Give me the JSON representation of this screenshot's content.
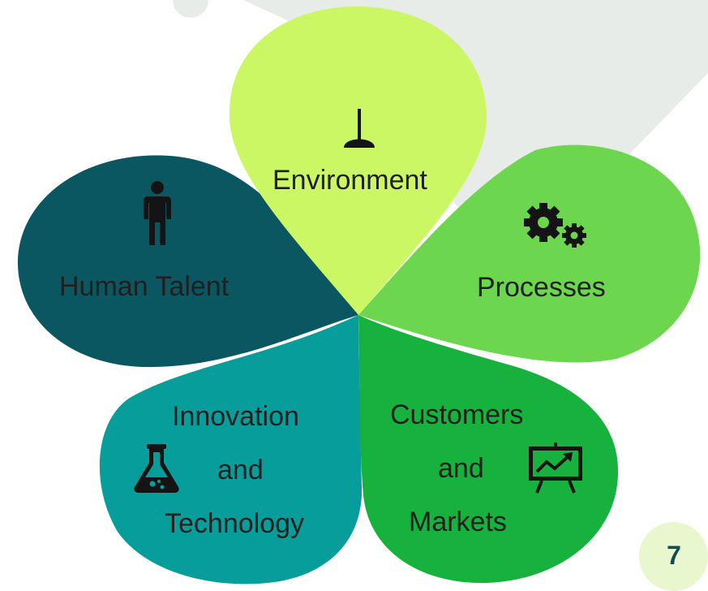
{
  "colors": {
    "environment": "#ccf765",
    "processes": "#6cd74e",
    "customers_markets": "#17b13e",
    "innovation_technology": "#079d9b",
    "human_talent": "#0b5761",
    "background_swoosh": "#e7ece8",
    "badge": "#e9f7cf",
    "text": "#1f1f1f"
  },
  "petals": {
    "environment": {
      "label": "Environment",
      "icon": "plant-sprout-icon"
    },
    "processes": {
      "label": "Processes",
      "icon": "gears-icon"
    },
    "customers_markets": {
      "line1": "Customers",
      "line2": "and",
      "line3": "Markets",
      "icon": "presentation-chart-icon"
    },
    "innovation_technology": {
      "line1": "Innovation",
      "line2": "and",
      "line3": "Technology",
      "icon": "flask-icon"
    },
    "human_talent": {
      "label": "Human Talent",
      "icon": "person-icon"
    }
  },
  "page_number": "7"
}
